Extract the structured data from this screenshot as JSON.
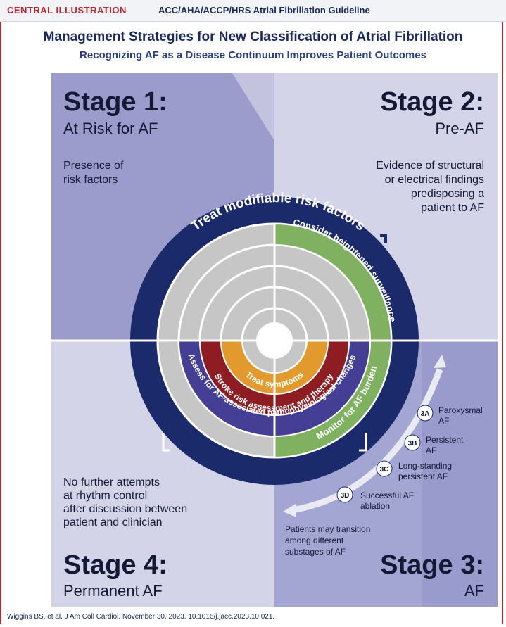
{
  "header": {
    "label": "CENTRAL ILLUSTRATION",
    "guideline": "ACC/AHA/ACCP/HRS Atrial Fibrillation Guideline"
  },
  "title": "Management Strategies for New Classification of Atrial Fibrillation",
  "subtitle": "Recognizing AF as a Disease Continuum Improves Patient Outcomes",
  "stages": {
    "stage1": {
      "title": "Stage 1:",
      "subtitle": "At Risk for AF",
      "description": [
        "Presence of",
        "risk factors"
      ]
    },
    "stage2": {
      "title": "Stage 2:",
      "subtitle": "Pre-AF",
      "description": [
        "Evidence of structural",
        "or electrical findings",
        "predisposing a",
        "patient to AF"
      ]
    },
    "stage3": {
      "title": "Stage 3:",
      "subtitle": "AF"
    },
    "stage4": {
      "title": "Stage 4:",
      "subtitle": "Permanent AF",
      "description": [
        "No further attempts",
        "at rhythm control",
        "after discussion between",
        "patient and clinician"
      ]
    }
  },
  "rings": {
    "outer": "Treat modifiable risk factors",
    "surveillance": "Consider heightened surveillance",
    "monitor": "Monitor for AF burden",
    "assess": "Assess for AF-associated pathophysiological changes",
    "stroke": "Stroke risk assessment and therapy",
    "symptoms": "Treat symptoms"
  },
  "substages": [
    {
      "code": "3A",
      "label": [
        "Paroxysmal",
        "AF"
      ]
    },
    {
      "code": "3B",
      "label": [
        "Persistent",
        "AF"
      ]
    },
    {
      "code": "3C",
      "label": [
        "Long-standing",
        "persistent AF"
      ]
    },
    {
      "code": "3D",
      "label": [
        "Successful AF",
        "ablation"
      ]
    }
  ],
  "transition_note": [
    "Patients may transition",
    "among different",
    "substages of AF"
  ],
  "citation": "Wiggins BS, et al. J Am Coll Cardiol. November 30, 2023. 10.1016/j.jacc.2023.10.021.",
  "colors": {
    "stage1": "#9b9bcc",
    "stage2": "#d4d4e9",
    "stage3": "#a3a5d3",
    "stage4": "#d4d4e9",
    "outer_ring": "#1a2a6b",
    "green": "#7fb161",
    "purple": "#453e95",
    "red": "#8e1c23",
    "orange": "#e29a2e",
    "gray": "#c6c6c6",
    "accent": "#b8232f"
  }
}
